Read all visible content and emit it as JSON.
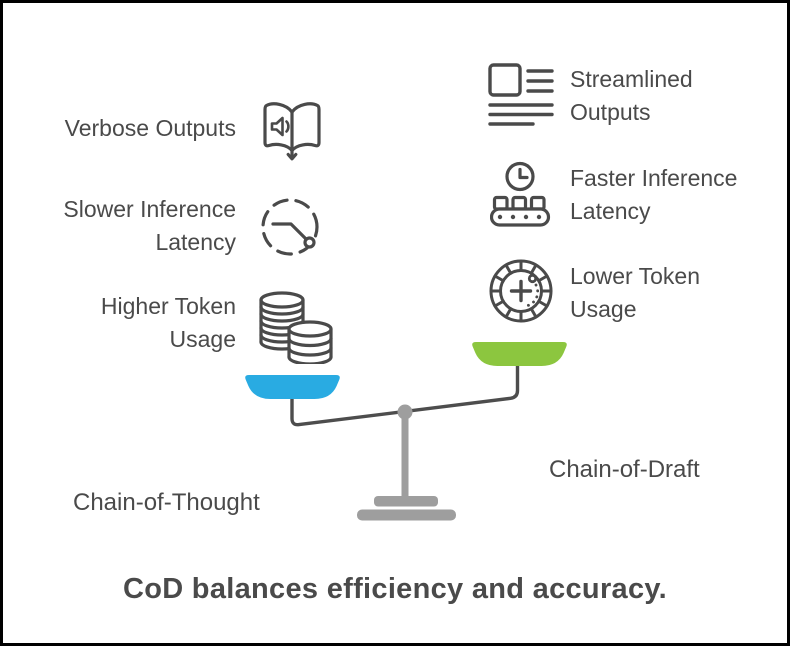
{
  "title": {
    "caption": "CoD balances efficiency and accuracy."
  },
  "left_column": {
    "items": [
      {
        "icon": "open-book-speaker-icon",
        "lines": [
          "Verbose Outputs"
        ]
      },
      {
        "icon": "slow-clock-icon",
        "lines": [
          "Slower Inference",
          "Latency"
        ]
      },
      {
        "icon": "coin-stacks-icon",
        "lines": [
          "Higher Token",
          "Usage"
        ]
      }
    ]
  },
  "right_column": {
    "items": [
      {
        "icon": "document-lines-icon",
        "lines": [
          "Streamlined",
          "Outputs"
        ]
      },
      {
        "icon": "clock-conveyor-icon",
        "lines": [
          "Faster Inference",
          "Latency"
        ]
      },
      {
        "icon": "token-chip-icon",
        "lines": [
          "Lower Token",
          "Usage"
        ]
      }
    ]
  },
  "scale": {
    "left_label": "Chain-of-Thought",
    "right_label": "Chain-of-Draft",
    "left_pan_color": "#29ABE2",
    "right_pan_color": "#8CC63F"
  },
  "colors": {
    "ink": "#4A4A4A",
    "text": "#4A4A4A",
    "beam": "#4D4D4D",
    "stand_gray": "#9E9E9E",
    "background": "#FFFFFF",
    "border": "#000000"
  }
}
